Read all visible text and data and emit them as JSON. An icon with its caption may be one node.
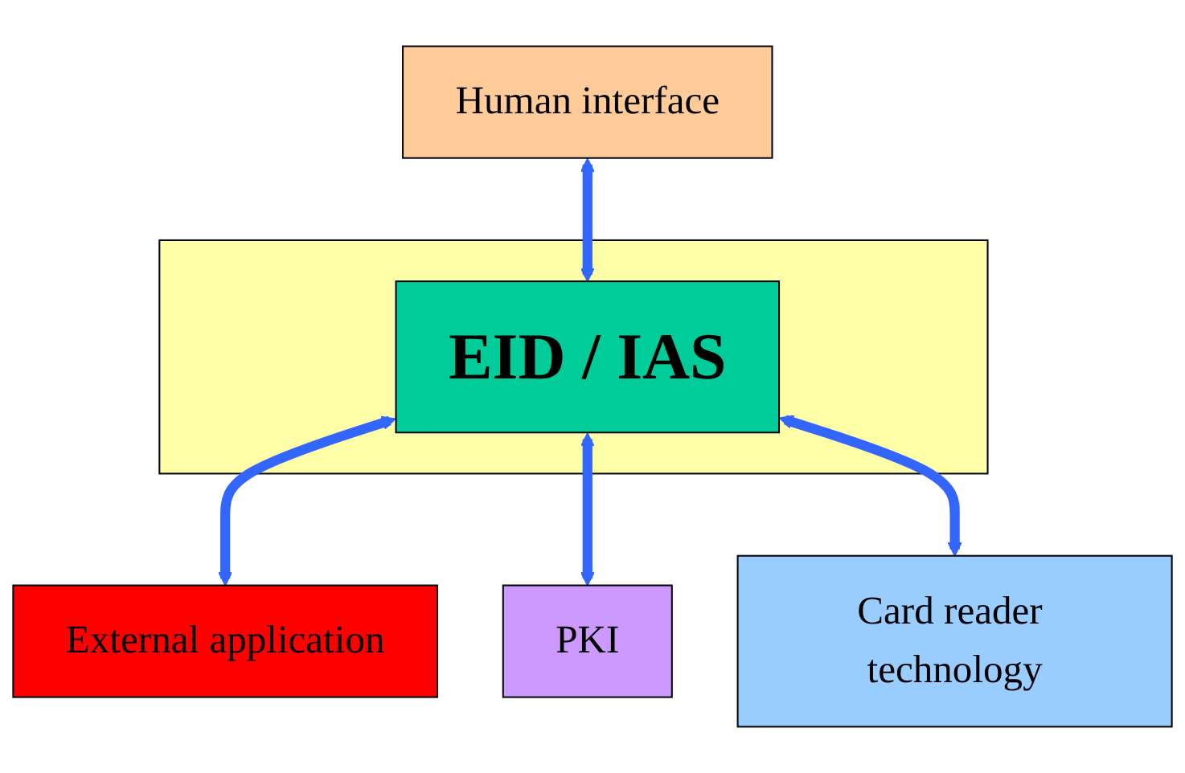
{
  "diagram": {
    "nodes": [
      {
        "text": [],
        "shape": "box"
      },
      {
        "text": [
          "External application"
        ]
      },
      {
        "text": [
          "Human interface"
        ]
      },
      {
        "text": [
          "EID / IAS"
        ],
        "in": 0
      },
      {
        "text": [
          "PKI"
        ]
      },
      {
        "text": [
          "Card reader technology"
        ]
      }
    ],
    "edges": [
      {
        "from": 3,
        "to": 1,
        "arrow": "both"
      },
      {
        "from": 2,
        "to": 3,
        "arrow": "both"
      },
      {
        "from": 3,
        "to": 4,
        "arrow": "both"
      },
      {
        "from": 3,
        "to": 5,
        "arrow": "both"
      }
    ]
  }
}
